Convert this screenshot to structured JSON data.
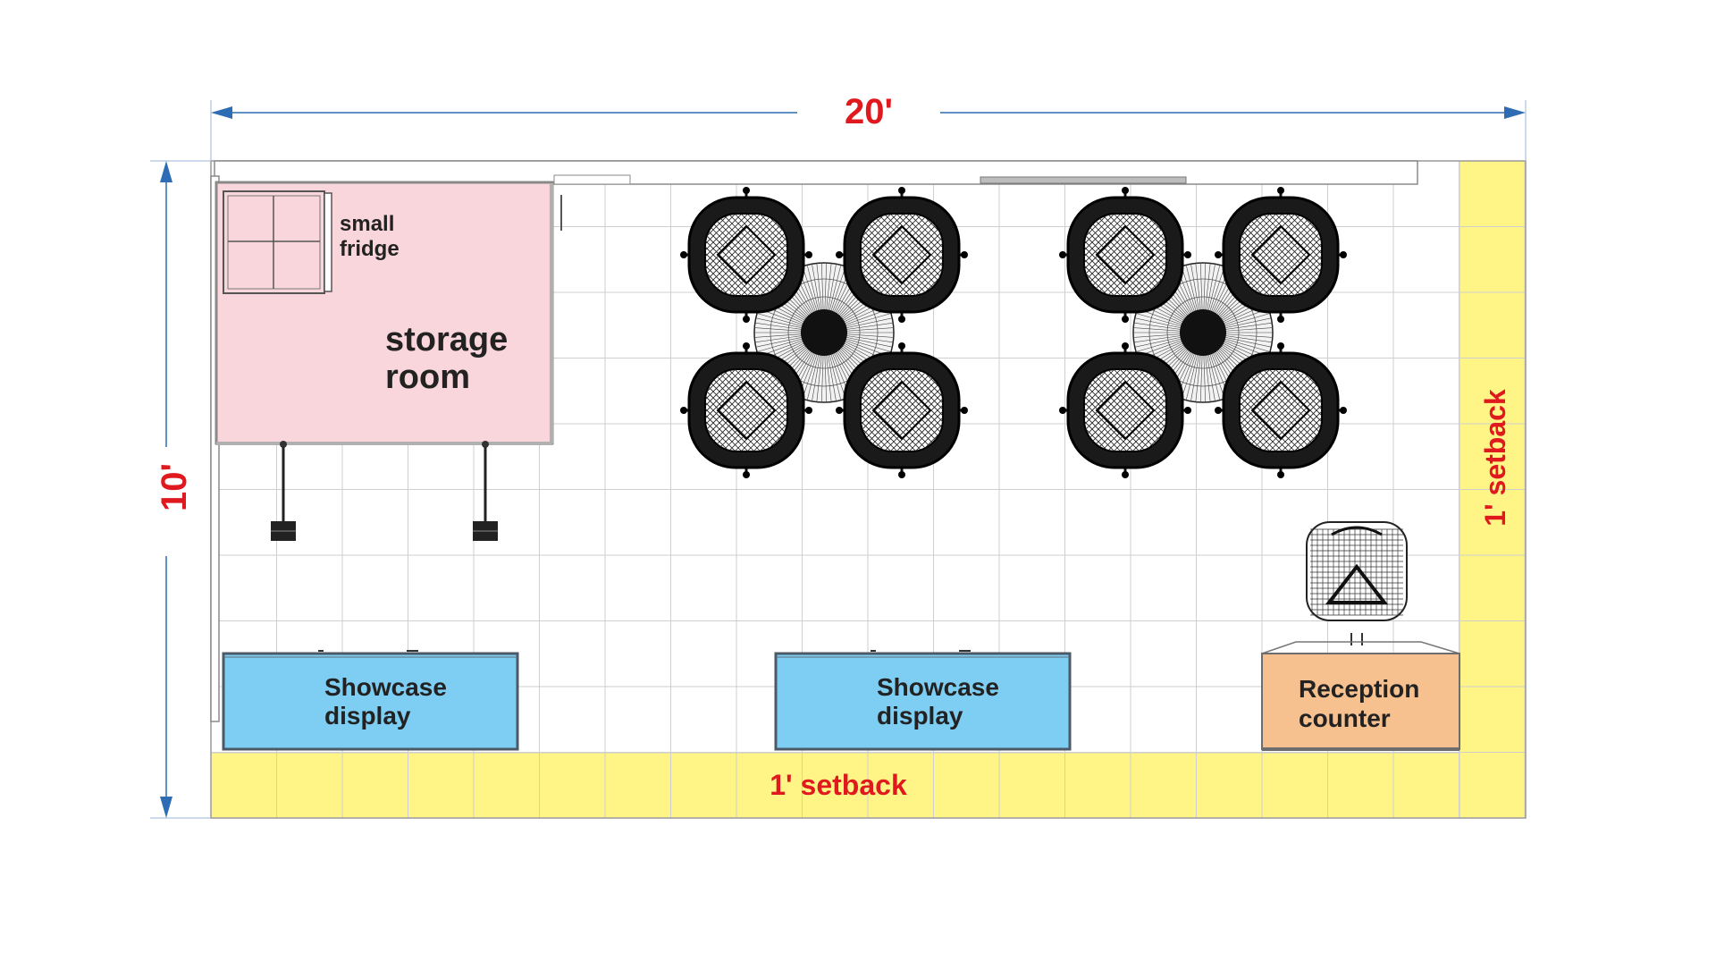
{
  "dimensions": {
    "width_label": "20'",
    "height_label": "10'"
  },
  "setbacks": {
    "bottom_label": "1' setback",
    "right_label": "1' setback"
  },
  "storage_room": {
    "line1": "storage",
    "line2": "room"
  },
  "fridge": {
    "line1": "small",
    "line2": "fridge"
  },
  "showcase_1": {
    "line1": "Showcase",
    "line2": "display"
  },
  "showcase_2": {
    "line1": "Showcase",
    "line2": "display"
  },
  "reception": {
    "line1": "Reception",
    "line2": "counter"
  },
  "colors": {
    "setback": "#fff587",
    "storage": "#f9d6db",
    "showcase": "#7ecdf2",
    "reception": "#f7c08f",
    "dimension_text": "#e0191f",
    "dimension_arrow": "#2e6db4",
    "grid": "#cfcfcf"
  }
}
